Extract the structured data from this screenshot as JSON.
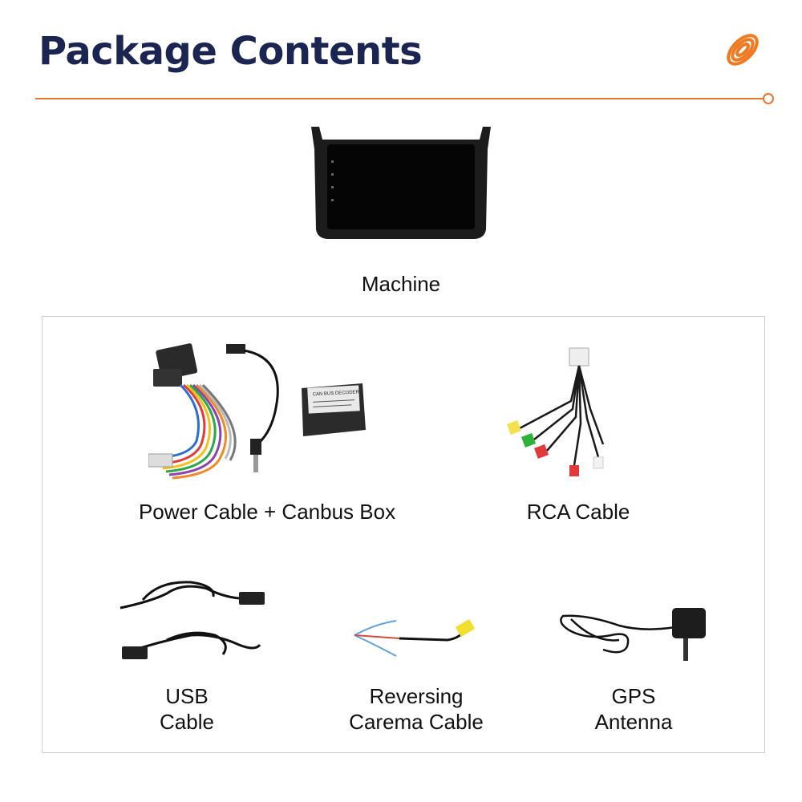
{
  "header": {
    "title": "Package Contents"
  },
  "brand": {
    "logo_icon": "orange-spiral-logo-icon",
    "accent": "#e8762c",
    "title_color": "#1b2552"
  },
  "items": {
    "machine": {
      "label": "Machine"
    },
    "power": {
      "label": "Power Cable + Canbus Box",
      "decoder_text": "CAN BUS DECODER"
    },
    "rca": {
      "label": "RCA Cable"
    },
    "usb": {
      "label_line1": "USB",
      "label_line2": "Cable"
    },
    "reversing": {
      "label_line1": "Reversing",
      "label_line2": "Carema Cable"
    },
    "gps": {
      "label_line1": "GPS",
      "label_line2": "Antenna"
    }
  }
}
